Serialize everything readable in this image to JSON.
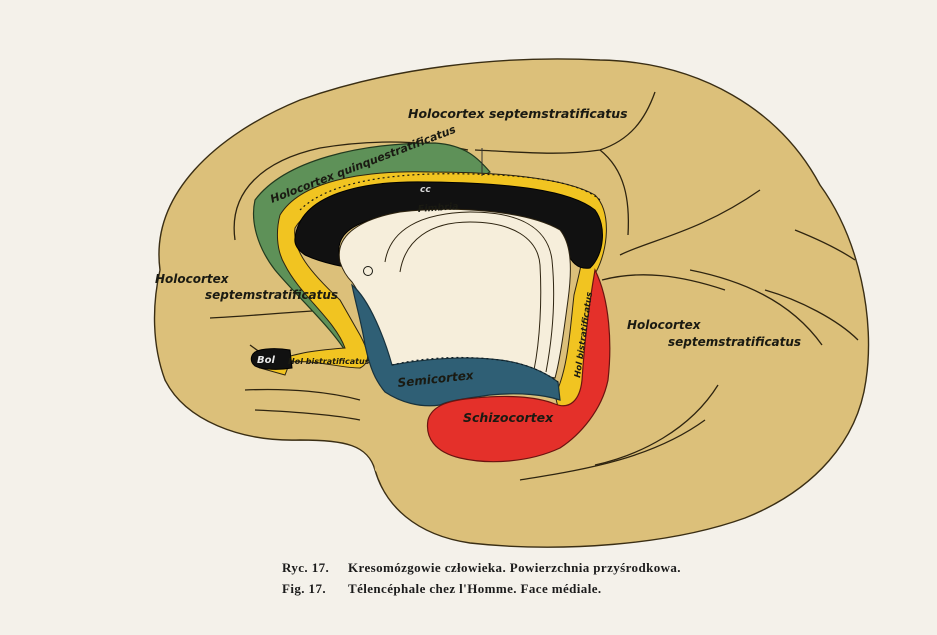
{
  "labels": {
    "holocortex_upper": "Holocortex septemstratificatus",
    "holocortex_quinque": "Holocortex quinquestratificatus",
    "cc": "cc",
    "fimbria": "Fimbria",
    "holocortex_left_line1": "Holocortex",
    "holocortex_left_line2": "septemstratificatus",
    "holocortex_right_line1": "Holocortex",
    "holocortex_right_line2": "septemstratificatus",
    "bol": "Bol",
    "hol_bistratificatus_left": "Hol bistratificatus",
    "hol_bistratificatus_right": "Hol bistratificatus",
    "semicortex": "Semicortex",
    "schizocortex": "Schizocortex"
  },
  "caption": {
    "pl_num": "Ryc. 17.",
    "pl_text": "Kresomózgowie człowieka. Powierzchnia przyśrodkowa.",
    "fr_num": "Fig. 17.",
    "fr_text": "Télencéphale chez l'Homme. Face médiale."
  },
  "colors": {
    "background": "#f4f1ea",
    "holocortex": "#dcc07a",
    "quinquestratificatus": "#5e9158",
    "bistratificatus": "#f1c421",
    "corpus_callosum": "#111111",
    "inner_pale": "#f6eedb",
    "semicortex": "#2f5f75",
    "schizocortex": "#e4302a"
  }
}
